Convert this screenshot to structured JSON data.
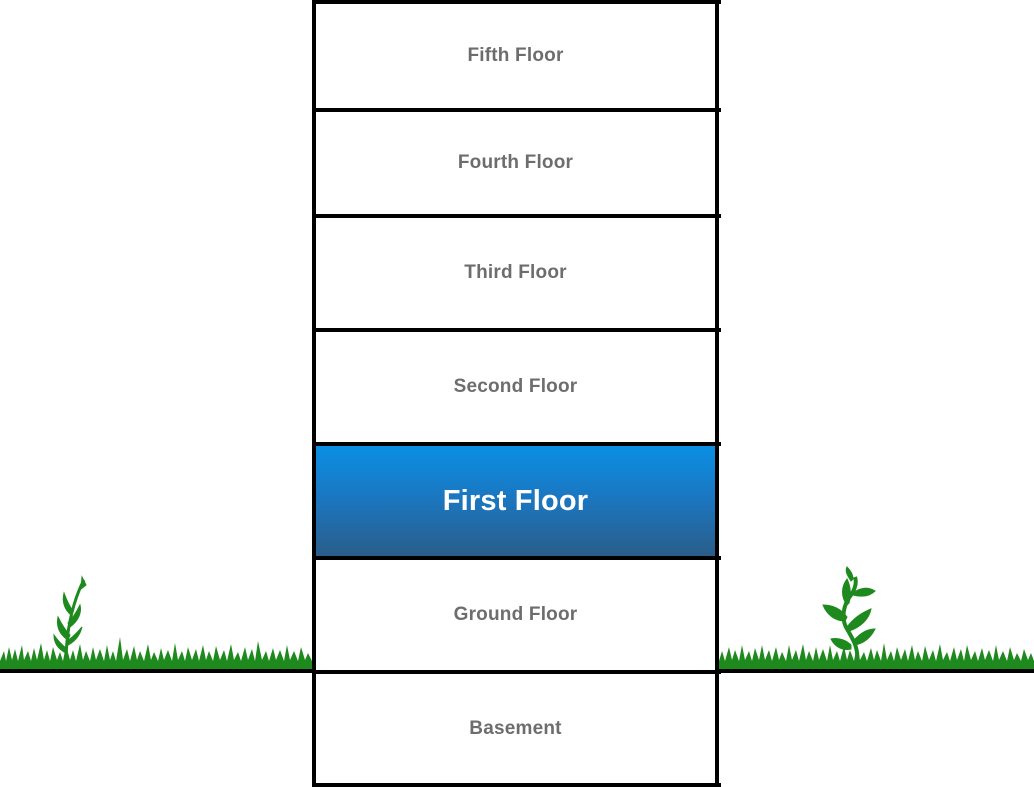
{
  "floors": [
    {
      "label": "Fifth Floor",
      "highlighted": false
    },
    {
      "label": "Fourth Floor",
      "highlighted": false
    },
    {
      "label": "Third Floor",
      "highlighted": false
    },
    {
      "label": "Second Floor",
      "highlighted": false
    },
    {
      "label": "First Floor",
      "highlighted": true
    },
    {
      "label": "Ground Floor",
      "highlighted": false
    },
    {
      "label": "Basement",
      "highlighted": false
    }
  ],
  "colors": {
    "highlight_top": "#0a8fe4",
    "highlight_bottom": "#2a5d8a",
    "label_text": "#6d6d6d",
    "highlight_text": "#ffffff",
    "grass": "#1e8a1e",
    "outline": "#000000"
  },
  "decorations": [
    "grass-left",
    "grass-right",
    "reed-plant-icon",
    "sprout-plant-icon"
  ]
}
